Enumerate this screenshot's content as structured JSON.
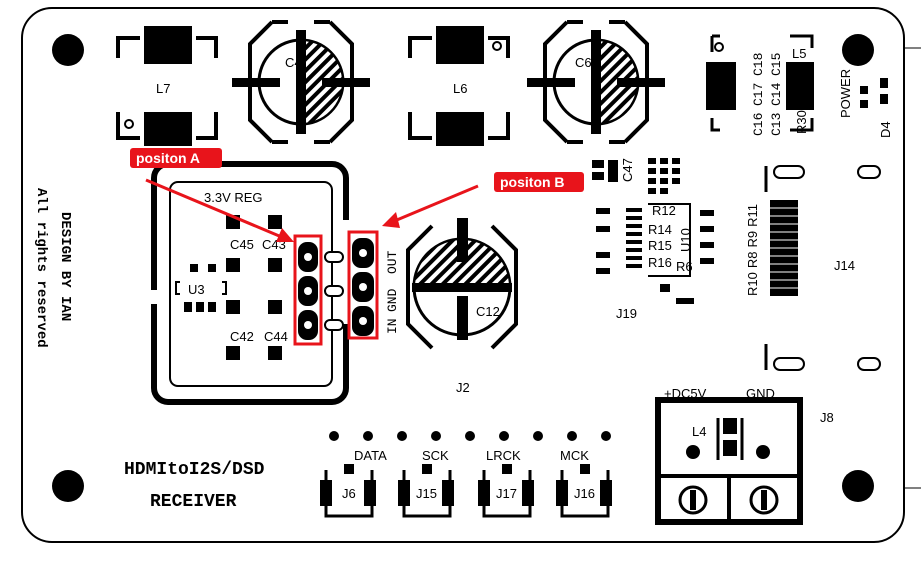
{
  "board": {
    "title_line1": "HDMItoI2S/DSD",
    "title_line2": "RECEIVER",
    "credit_line1": "DESIGN BY IAN",
    "credit_line2": "All rights reserved",
    "regulator_label": "3.3V REG",
    "in_label": "IN",
    "gnd_label": "GND",
    "out_label": "OUT",
    "power_label": "POWER",
    "dc_label": "+DC5V",
    "gnd_terminal_label": "GND"
  },
  "refdes": {
    "L7": "L7",
    "C4": "C4",
    "L6": "L6",
    "C65": "C65",
    "L5": "L5",
    "C16": "C16",
    "C17": "C17",
    "C18": "C18",
    "C13": "C13",
    "C14": "C14",
    "C15": "C15",
    "R30": "R30",
    "D4": "D4",
    "C47": "C47",
    "R12": "R12",
    "R14": "R14",
    "R15": "R15",
    "R16": "R16",
    "R6": "R6",
    "U10": "U10",
    "R10": "R10",
    "R8": "R8",
    "R9": "R9",
    "R11": "R11",
    "J14": "J14",
    "J19": "J19",
    "J2": "J2",
    "J8": "J8",
    "L4": "L4",
    "C12": "C12",
    "C45": "C45",
    "C43": "C43",
    "C42": "C42",
    "C44": "C44",
    "U3": "U3",
    "J6": "J6",
    "J15": "J15",
    "J17": "J17",
    "J16": "J16"
  },
  "header_labels": {
    "data": "DATA",
    "sck": "SCK",
    "lrck": "LRCK",
    "mck": "MCK"
  },
  "annotations": {
    "position_a": "positon A",
    "position_b": "positon B",
    "annotation_color": "#e8141b"
  }
}
